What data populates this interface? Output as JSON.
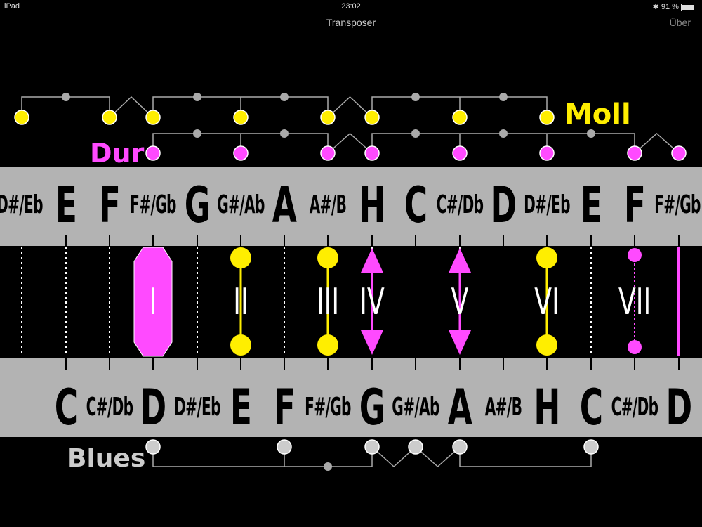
{
  "status_bar": {
    "device": "iPad",
    "time": "23:02",
    "battery": "91 %"
  },
  "nav": {
    "title": "Transposer",
    "about": "Über"
  },
  "labels": {
    "moll": "Moll",
    "dur": "Dur",
    "blues": "Blues"
  },
  "colors": {
    "moll": "#ffee00",
    "dur": "#ff4aff",
    "blues": "#cccccc",
    "band": "#b3b3b3"
  },
  "top_notes": [
    "D#/Eb",
    "E",
    "F",
    "F#/Gb",
    "G",
    "G#/Ab",
    "A",
    "A#/B",
    "H",
    "C",
    "C#/Db",
    "D",
    "D#/Eb",
    "E",
    "F",
    "F#/Gb"
  ],
  "bottom_notes": [
    "C",
    "C#/Db",
    "D",
    "D#/Eb",
    "E",
    "F",
    "F#/Gb",
    "G",
    "G#/Ab",
    "A",
    "A#/B",
    "H",
    "C",
    "C#/Db",
    "D"
  ],
  "degrees": [
    "I",
    "II",
    "III",
    "IV",
    "V",
    "VI",
    "VII"
  ]
}
